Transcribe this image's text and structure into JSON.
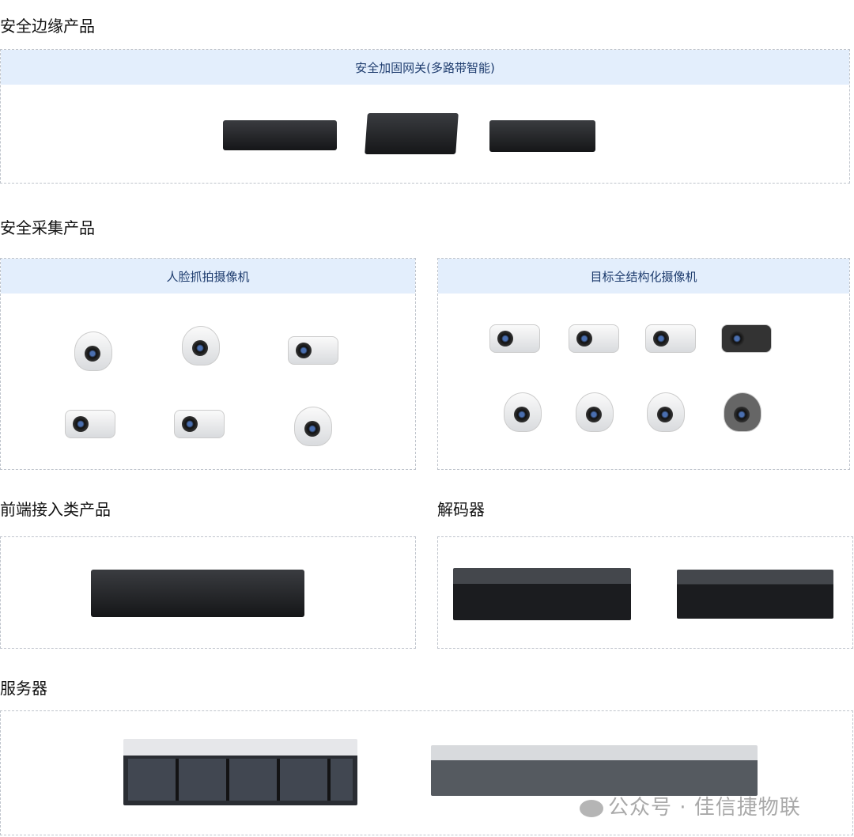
{
  "sections": {
    "edge": {
      "title": "安全边缘产品",
      "card": "安全加固网关(多路带智能)"
    },
    "collect": {
      "title": "安全采集产品",
      "card_left": "人脸抓拍摄像机",
      "card_right": "目标全结构化摄像机"
    },
    "access": {
      "title": "前端接入类产品"
    },
    "decoder": {
      "title": "解码器"
    },
    "server": {
      "title": "服务器"
    }
  },
  "watermark": "公众号 · 佳信捷物联",
  "colors": {
    "card_header_bg": "#e3eefc",
    "card_header_text": "#1e3c6e"
  }
}
